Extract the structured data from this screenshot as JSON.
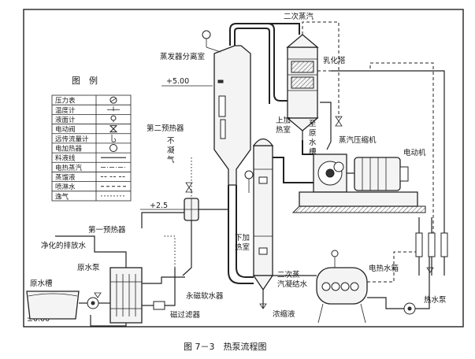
{
  "figure": {
    "caption": "图 7－3　热泵流程图"
  },
  "legend": {
    "title": "图　例",
    "items": [
      {
        "label": "压力表",
        "symbol": "pressure-gauge"
      },
      {
        "label": "温度计",
        "symbol": "thermometer"
      },
      {
        "label": "液面计",
        "symbol": "level-gauge"
      },
      {
        "label": "电动阀",
        "symbol": "motor-valve"
      },
      {
        "label": "远传流量计",
        "symbol": "remote-flowmeter"
      },
      {
        "label": "电加热器",
        "symbol": "electric-heater"
      },
      {
        "label": "料液线",
        "symbol": "line-solid"
      },
      {
        "label": "电热蒸汽",
        "symbol": "line-dash-dot"
      },
      {
        "label": "蒸馏液",
        "symbol": "line-double-dash"
      },
      {
        "label": "喷淋水",
        "symbol": "line-dash"
      },
      {
        "label": "逸气",
        "symbol": "line-thin-dash"
      }
    ]
  },
  "levels": {
    "upper": "+5.00",
    "middle": "+2.5",
    "ground": "±0.00"
  },
  "labels": {
    "secondary_steam": "二次蒸汽",
    "emulsion_tower": "乳化塔",
    "separator": "蒸发器分离室",
    "upper_heater": "上加热室",
    "to_drain": "至原水槽",
    "compressor": "蒸汽压缩机",
    "motor": "电动机",
    "second_preheater": "第二预热器",
    "noncondensable": "不凝气",
    "first_preheater": "第一预热器",
    "purified_drain": "净化的排放水",
    "raw_pump": "原水泵",
    "raw_tank": "原水槽",
    "lower_heater": "下加热室",
    "condensate": "二次蒸汽凝结水",
    "hot_water_tank": "电热水箱",
    "hot_pump": "热水泵",
    "softener": "永磁软水器",
    "mag_filter": "磁过滤器",
    "concentrate": "浓缩液"
  }
}
